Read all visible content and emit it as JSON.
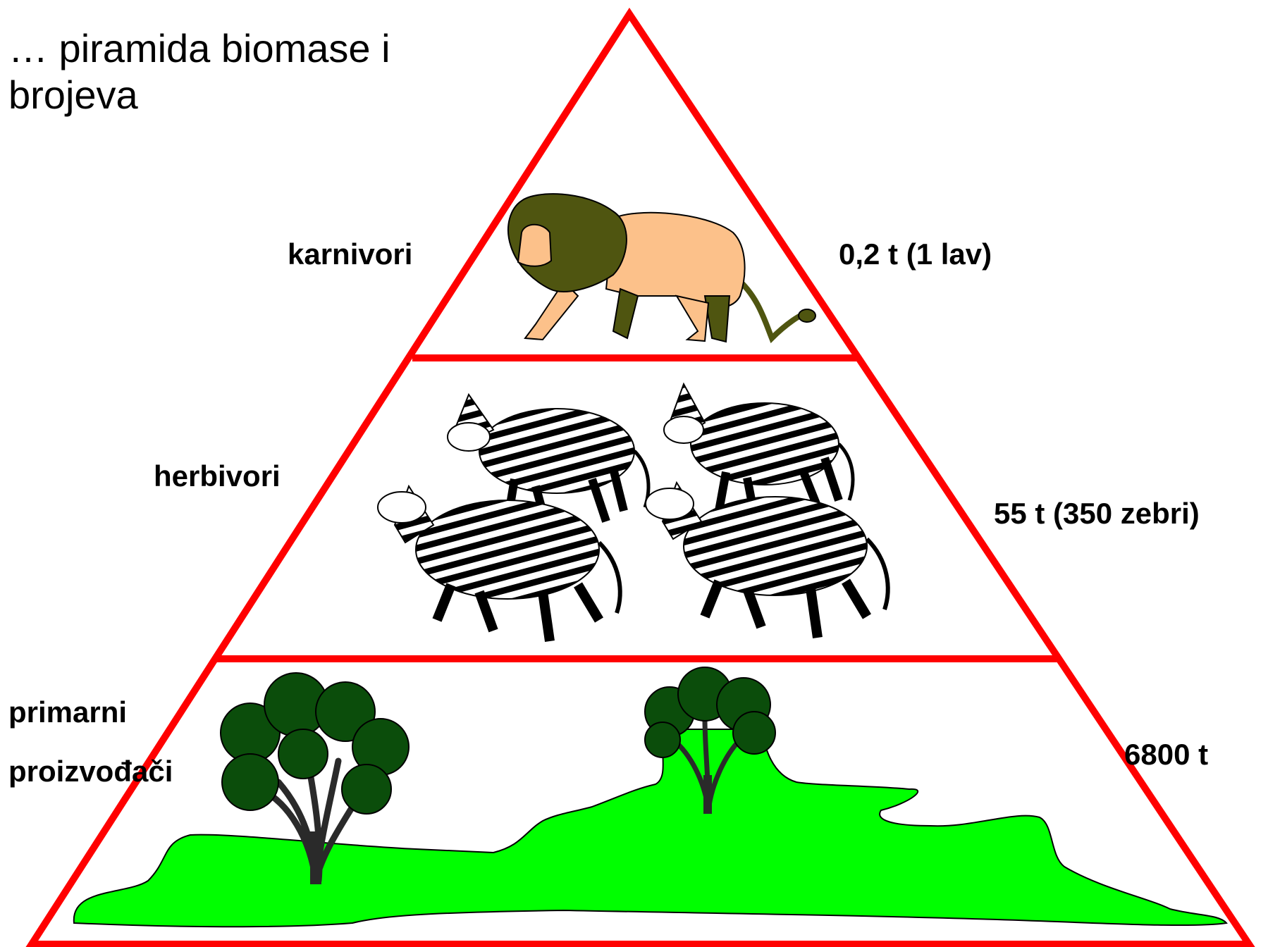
{
  "title": "… piramida biomase i brojeva",
  "levels": [
    {
      "name": "karnivori",
      "value": "0,2 t (1 lav)"
    },
    {
      "name": "herbivori",
      "value": "55 t (350 zebri)"
    },
    {
      "name_line1": "primarni",
      "name_line2": "proizvođači",
      "value": "6800 t"
    }
  ],
  "colors": {
    "outline": "#ff0000",
    "grass": "#00ff00",
    "foliage": "#0b4d0b",
    "lion_body": "#fcc18a",
    "lion_mane": "#4f5510"
  }
}
